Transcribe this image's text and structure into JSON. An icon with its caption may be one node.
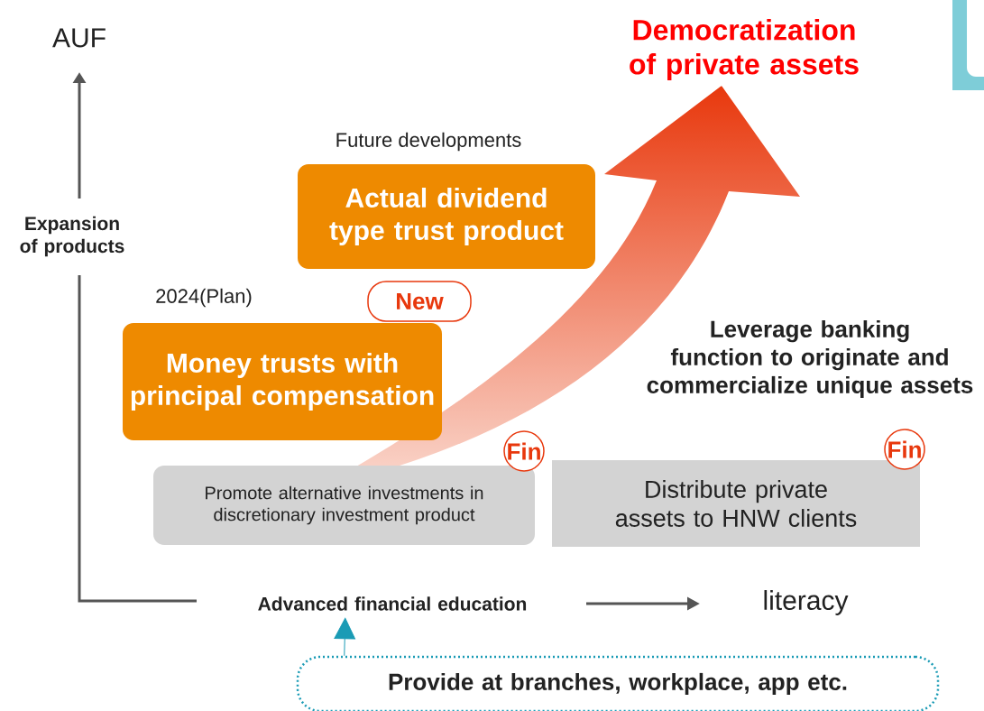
{
  "diagram": {
    "nodes": [
      {
        "text": [
          "Actual dividend type trust product"
        ],
        "beside": [
          "Future developments"
        ]
      },
      {
        "text": [
          "Money trusts with principal compensation"
        ],
        "beside": [
          "2024(Plan)"
        ]
      },
      {
        "text": [
          "New"
        ]
      },
      {
        "text": [
          "Promote alternative investments in discretionary investment product"
        ]
      },
      {
        "text": [
          "Fin"
        ]
      },
      {
        "text": [
          "Distribute private assets to HNW clients"
        ]
      },
      {
        "text": [
          "Fin"
        ]
      },
      {
        "text": [
          "Provide at branches, workplace, app etc."
        ]
      },
      {
        "text": [
          "Advanced financial education"
        ]
      }
    ],
    "edges": [
      {
        "from": 7,
        "to": 8,
        "arrow": "to"
      }
    ],
    "labels": [
      "AUF",
      "Democratization of private assets",
      "Expansion of products",
      "Leverage banking function to originate and commercialize unique assets",
      "literacy"
    ]
  }
}
